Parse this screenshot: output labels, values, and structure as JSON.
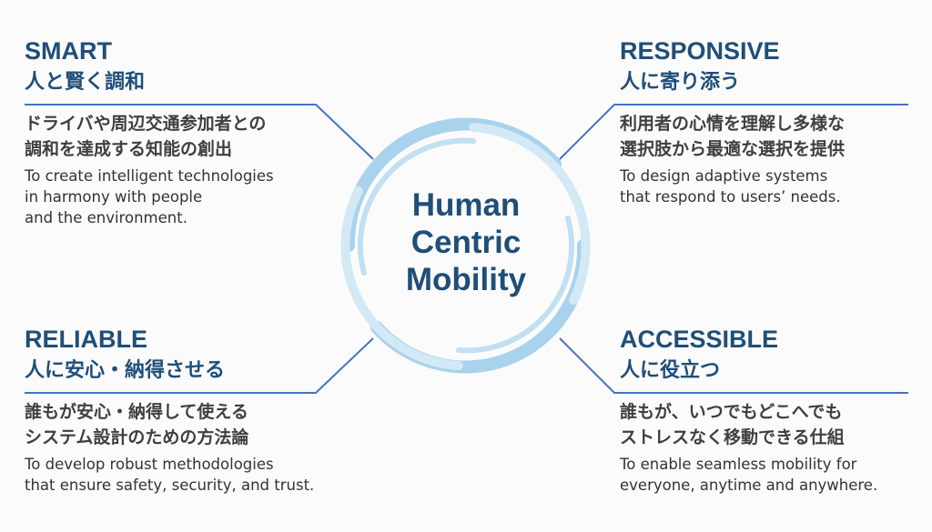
{
  "center": {
    "line1": "Human",
    "line2": "Centric",
    "line3": "Mobility"
  },
  "colors": {
    "title": "#1f4e79",
    "line": "#4472c4",
    "ring_dark": "#a9d2ec",
    "ring_light": "#d3e9f5"
  },
  "blocks": [
    {
      "title": "SMART",
      "subtitle": "人と賢く調和",
      "jp": [
        "ドライバや周辺交通参加者との",
        "調和を達成する知能の創出"
      ],
      "en": [
        "To create intelligent technologies",
        "in harmony with people",
        "and the environment."
      ]
    },
    {
      "title": "RESPONSIVE",
      "subtitle": "人に寄り添う",
      "jp": [
        "利用者の心情を理解し多様な",
        "選択肢から最適な選択を提供"
      ],
      "en": [
        "To design adaptive systems",
        "that respond to users’ needs."
      ]
    },
    {
      "title": "RELIABLE",
      "subtitle": "人に安心・納得させる",
      "jp": [
        "誰もが安心・納得して使える",
        "システム設計のための方法論"
      ],
      "en": [
        "To develop robust methodologies",
        "that ensure safety, security, and trust."
      ]
    },
    {
      "title": "ACCESSIBLE",
      "subtitle": "人に役立つ",
      "jp": [
        "誰もが、いつでもどこへでも",
        "ストレスなく移動できる仕組"
      ],
      "en": [
        "To enable seamless mobility for",
        "everyone, anytime and anywhere."
      ]
    }
  ]
}
